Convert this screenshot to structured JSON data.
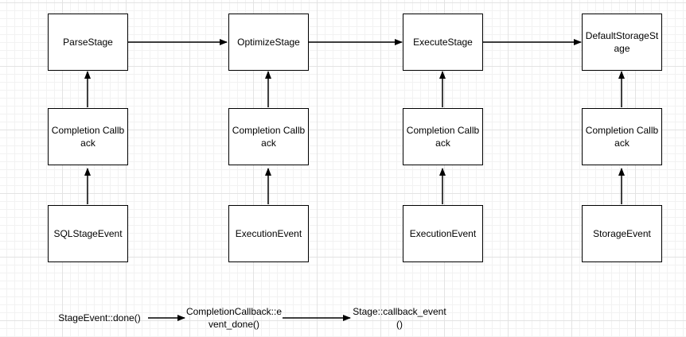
{
  "stages": [
    {
      "label": "ParseStage"
    },
    {
      "label": "OptimizeStage"
    },
    {
      "label": "ExecuteStage"
    },
    {
      "label": "DefaultStorageStage"
    }
  ],
  "callbacks": [
    {
      "label": "Completion Callback"
    },
    {
      "label": "Completion Callback"
    },
    {
      "label": "Completion Callback"
    },
    {
      "label": "Completion Callback"
    }
  ],
  "events": [
    {
      "label": "SQLStageEvent"
    },
    {
      "label": "ExecutionEvent"
    },
    {
      "label": "ExecutionEvent"
    },
    {
      "label": "StorageEvent"
    }
  ],
  "legend": {
    "step1": "StageEvent::done()",
    "step2": "CompletionCallback::event_done()",
    "step3": "Stage::callback_event()"
  },
  "colors": {
    "line": "#000000",
    "box_border": "#000000",
    "box_fill": "#ffffff",
    "grid": "#e3e3e3"
  }
}
